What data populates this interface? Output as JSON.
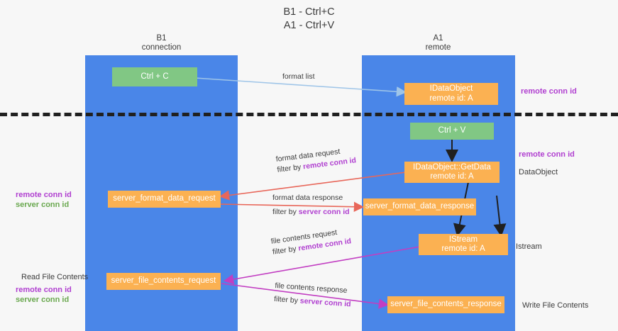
{
  "title": {
    "line1": "B1 - Ctrl+C",
    "line2": "A1 - Ctrl+V"
  },
  "columns": [
    {
      "name": "B1",
      "sub": "connection"
    },
    {
      "name": "A1",
      "sub": "remote"
    }
  ],
  "boxes": {
    "ctrl_c": {
      "line1": "Ctrl + C",
      "line2": ""
    },
    "idataobject": {
      "line1": "IDataObject",
      "line2": "remote id: A"
    },
    "ctrl_v": {
      "line1": "Ctrl + V",
      "line2": ""
    },
    "getdata": {
      "line1": "IDataObject::GetData",
      "line2": "remote id: A"
    },
    "server_format_data_request": {
      "line1": "server_format_data_request",
      "line2": ""
    },
    "server_format_data_response": {
      "line1": "server_format_data_response",
      "line2": ""
    },
    "istream": {
      "line1": "IStream",
      "line2": "remote id: A"
    },
    "server_file_contents_request": {
      "line1": "server_file_contents_request",
      "line2": ""
    },
    "server_file_contents_response": {
      "line1": "server_file_contents_response",
      "line2": ""
    }
  },
  "side_labels": {
    "remote_conn_id_top": "remote conn id",
    "remote_conn_id_mid": "remote conn id",
    "dataobject": "DataObject",
    "istream": "Istream",
    "write_file_contents": "Write File Contents",
    "read_file_contents": "Read File Contents",
    "left_conn_remote": "remote conn id",
    "left_conn_server": "server conn id",
    "left_read_remote": "remote conn id",
    "left_read_server": "server conn id"
  },
  "arrow_labels": {
    "format_list": "format list",
    "format_data_request": "format data request",
    "format_data_request_filter_prefix": "filter by ",
    "format_data_request_filter_key": "remote conn id",
    "format_data_response": "format data response",
    "format_data_response_filter_prefix": "filter by ",
    "format_data_response_filter_key": "server conn id",
    "file_contents_request": "file contents request",
    "file_contents_request_filter_prefix": "filter by ",
    "file_contents_request_filter_key": "remote conn id",
    "file_contents_response": "file contents response",
    "file_contents_response_filter_prefix": "filter by ",
    "file_contents_response_filter_key": "server conn id"
  },
  "colors": {
    "lane": "#4a86e8",
    "green_box": "#81c784",
    "orange_box": "#fbb152",
    "purple": "#b03fd0",
    "green_text": "#6aa84f",
    "red_arrow": "#e8675a",
    "magenta_arrow": "#c23ec2",
    "blue_arrow": "#9fc5e8",
    "black_arrow": "#202020"
  }
}
